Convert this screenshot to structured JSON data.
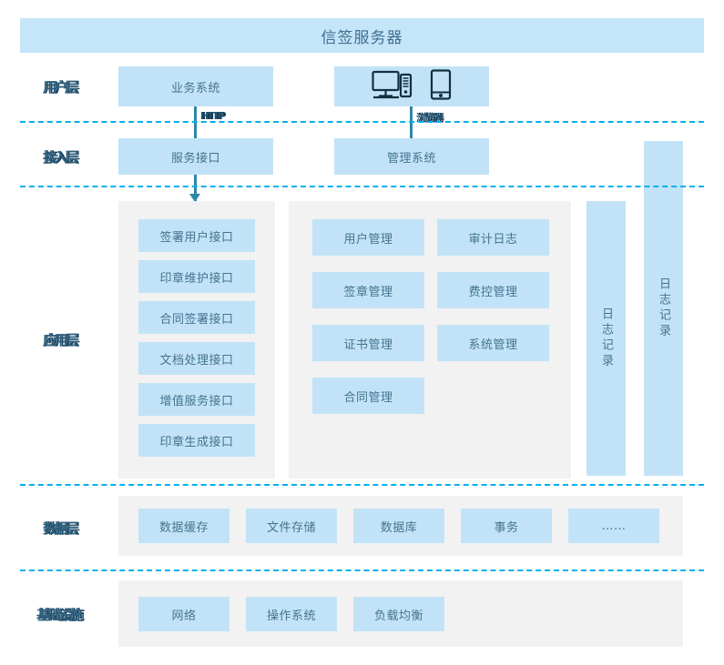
{
  "header": {
    "title": "信签服务器"
  },
  "layers": [
    {
      "id": "user",
      "label": "用户层"
    },
    {
      "id": "access",
      "label": "接入层"
    },
    {
      "id": "application",
      "label": "应用层"
    },
    {
      "id": "data",
      "label": "数据层"
    },
    {
      "id": "infrastructure",
      "label": "基础设施"
    }
  ],
  "user_layer": {
    "business_system": "业务系统",
    "devices": {
      "desktop_icon": "desktop-computer-icon",
      "mobile_icon": "smartphone-icon"
    }
  },
  "access_layer": {
    "service_interface": "服务接口",
    "management_system": "管理系统"
  },
  "connectors": [
    {
      "id": "http",
      "label": "HTTP",
      "from": "业务系统",
      "to": "服务接口"
    },
    {
      "id": "browser",
      "label": "浏览器",
      "from": "设备",
      "to": "管理系统"
    },
    {
      "id": "service-to-app",
      "label": "",
      "from": "服务接口",
      "to": "应用层"
    }
  ],
  "application_layer": {
    "interface_group": [
      "签署用户接口",
      "印章维护接口",
      "合同签署接口",
      "文档处理接口",
      "增值服务接口",
      "印章生成接口"
    ],
    "management_group_left": [
      "用户管理",
      "签章管理",
      "证书管理",
      "合同管理"
    ],
    "management_group_right": [
      "审计日志",
      "费控管理",
      "系统管理"
    ],
    "log_columns": [
      "日志记录",
      "日志记录"
    ]
  },
  "data_layer": {
    "items": [
      "数据缓存",
      "文件存储",
      "数据库",
      "事务",
      "……"
    ]
  },
  "infrastructure_layer": {
    "items": [
      "网络",
      "操作系统",
      "负载均衡"
    ]
  },
  "colors": {
    "node_fill": "#c2e3f7",
    "panel_fill": "#f2f2f2",
    "title_fill": "#c5e5f8",
    "node_text": "#45738f",
    "divider": "#00b0f0",
    "arrow": "#2e86ab",
    "label_text": "#2f5f7d"
  }
}
